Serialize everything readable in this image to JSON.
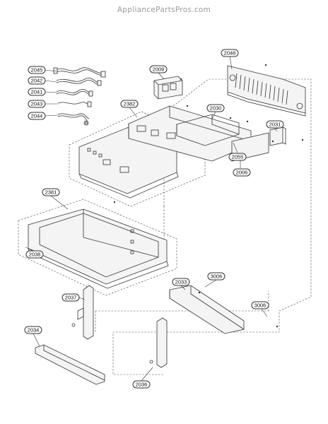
{
  "header": {
    "watermark": "AppliancePartsPros.com"
  },
  "callouts": [
    {
      "id": "2045",
      "label": "2045"
    },
    {
      "id": "2042",
      "label": "2042"
    },
    {
      "id": "2041",
      "label": "2041"
    },
    {
      "id": "2043",
      "label": "2043"
    },
    {
      "id": "2044",
      "label": "2044"
    },
    {
      "id": "2009",
      "label": "2009"
    },
    {
      "id": "2048",
      "label": "2048"
    },
    {
      "id": "2382",
      "label": "2382"
    },
    {
      "id": "2030",
      "label": "2030"
    },
    {
      "id": "2031",
      "label": "2031"
    },
    {
      "id": "2055",
      "label": "2055"
    },
    {
      "id": "2006",
      "label": "2006"
    },
    {
      "id": "2381",
      "label": "2381"
    },
    {
      "id": "2038",
      "label": "2038"
    },
    {
      "id": "3006a",
      "label": "3006"
    },
    {
      "id": "2033",
      "label": "2033"
    },
    {
      "id": "3006b",
      "label": "3006"
    },
    {
      "id": "2037",
      "label": "2037"
    },
    {
      "id": "2034",
      "label": "2034"
    },
    {
      "id": "2036",
      "label": "2036"
    }
  ]
}
